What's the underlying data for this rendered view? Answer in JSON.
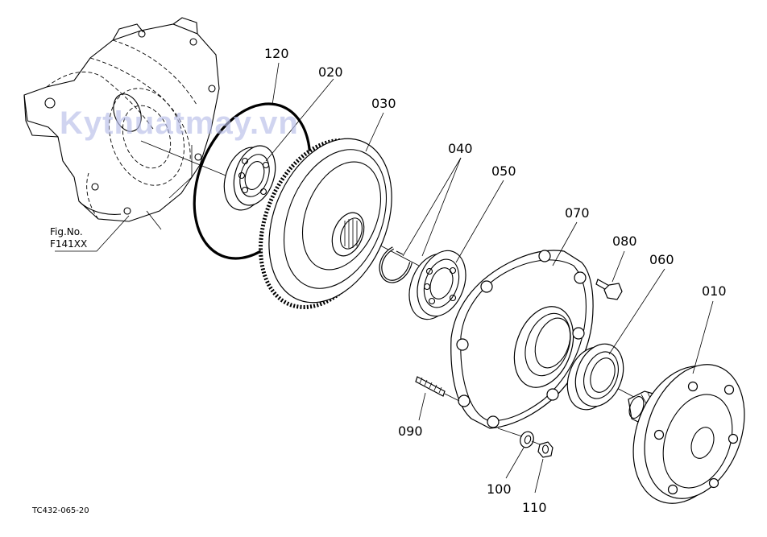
{
  "diagram": {
    "parts": [
      {
        "id": "p120",
        "label": "120"
      },
      {
        "id": "p020",
        "label": "020"
      },
      {
        "id": "p030",
        "label": "030"
      },
      {
        "id": "p040",
        "label": "040"
      },
      {
        "id": "p050",
        "label": "050"
      },
      {
        "id": "p070",
        "label": "070"
      },
      {
        "id": "p080",
        "label": "080"
      },
      {
        "id": "p060",
        "label": "060"
      },
      {
        "id": "p010",
        "label": "010"
      },
      {
        "id": "p090",
        "label": "090"
      },
      {
        "id": "p100",
        "label": "100"
      },
      {
        "id": "p110",
        "label": "110"
      }
    ],
    "fig_ref": {
      "line1": "Fig.No.",
      "line2": "F141XX"
    },
    "drawing_code": "TC432-065-20",
    "watermark": "Kythuatmay.vn"
  }
}
